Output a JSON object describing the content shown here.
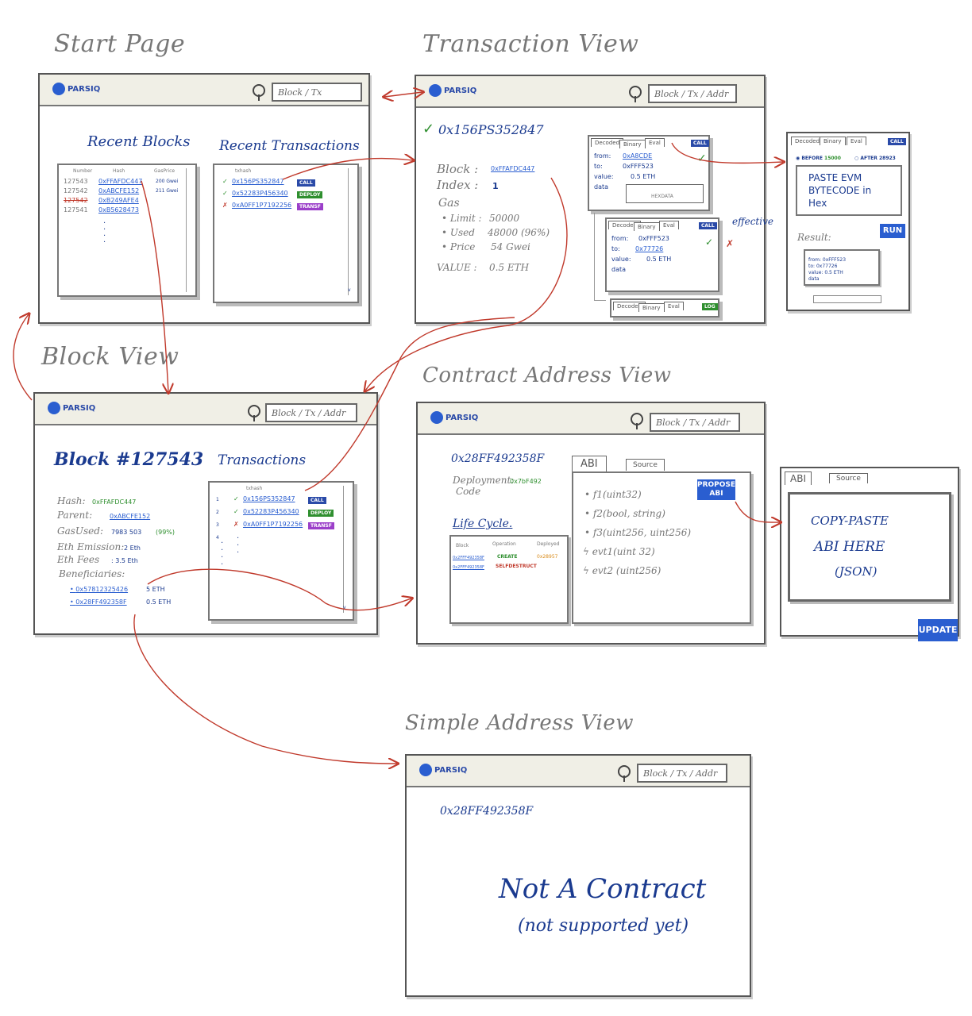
{
  "titles": {
    "start": "Start Page",
    "transaction": "Transaction View",
    "block": "Block View",
    "contract": "Contract Address View",
    "simple": "Simple Address View"
  },
  "common": {
    "logo": "PARSIQ",
    "search_short": "Block / Tx",
    "search_full": "Block / Tx / Addr"
  },
  "start": {
    "recent_blocks": "Recent Blocks",
    "recent_transactions": "Recent Transactions",
    "blocks_headers": [
      "Number",
      "Hash",
      "GasPrice"
    ],
    "blocks": [
      {
        "num": "127543",
        "hash": "0xFFAFDC447",
        "gas": "200 Gwei"
      },
      {
        "num": "127542",
        "hash": "0xABCFE152",
        "gas": "211 Gwei"
      },
      {
        "num": "127542",
        "hash": "0xB249AFE4",
        "gas": ""
      },
      {
        "num": "127541",
        "hash": "0xB5628473",
        "gas": ""
      }
    ],
    "tx_header": "txhash",
    "txs": [
      {
        "mark": "✓",
        "hash": "0x156PS352847",
        "badge": "CALL"
      },
      {
        "mark": "✓",
        "hash": "0x52283P456340",
        "badge": "DEPLOY"
      },
      {
        "mark": "✗",
        "hash": "0xA0FF1P7192256",
        "badge": "TRANSF"
      }
    ]
  },
  "tx": {
    "hash": "0x156PS352847",
    "block_label": "Block :",
    "block_value": "0xFFAFDC447",
    "index_label": "Index :",
    "index_value": "1",
    "gas_label": "Gas",
    "limit_label": "• Limit :",
    "limit_value": "50000",
    "used_label": "• Used",
    "used_value": "48000 (96%)",
    "price_label": "• Price",
    "price_value": "54 Gwei",
    "value_label": "VALUE :",
    "value_value": "0.5 ETH",
    "tabs": [
      "Decoded",
      "Binary",
      "Eval"
    ],
    "call1": {
      "badge": "CALL",
      "from_label": "from:",
      "from": "0xA8CDE",
      "to_label": "to:",
      "to": "0xFFF523",
      "value_label": "value:",
      "value": "0.5 ETH",
      "data_label": "data",
      "data_note": "HEXDATA"
    },
    "call2": {
      "badge": "CALL",
      "from_label": "from:",
      "from": "0xFFF523",
      "to_label": "to:",
      "to": "0x77726",
      "value_label": "value:",
      "value": "0.5 ETH",
      "data_label": "data"
    },
    "call3": {
      "badge": "LOG"
    },
    "effective": "effective",
    "eval": {
      "tabs": [
        "Decoded",
        "Binary",
        "Eval"
      ],
      "badge": "CALL",
      "before": "BEFORE",
      "before_num": "15000",
      "after": "AFTER",
      "after_num": "28923",
      "paste": "PASTE EVM BYTECODE in Hex",
      "run": "RUN",
      "result": "Result:",
      "mini_from": "from: 0xFFF523",
      "mini_to": "to: 0x77726",
      "mini_value": "value: 0.5 ETH",
      "mini_data": "data"
    }
  },
  "block": {
    "title": "Block #127543",
    "hash_label": "Hash:",
    "hash": "0xFFAFDC447",
    "parent_label": "Parent:",
    "parent": "0xABCFE152",
    "gas_label": "GasUsed:",
    "gas": "7983 503",
    "gas_pct": "(99%)",
    "emission_label": "Eth Emission:",
    "emission": "2 Eth",
    "fees_label": "Eth Fees",
    "fees": ": 3.5 Eth",
    "beneficiaries_label": "Beneficiaries:",
    "beneficiaries": [
      {
        "addr": "0x57812325426",
        "amount": "5 ETH"
      },
      {
        "addr": "0x28FF492358F",
        "amount": "0.5 ETH"
      }
    ],
    "transactions": "Transactions",
    "tx_header": "txhash",
    "txs": [
      {
        "n": "1",
        "mark": "✓",
        "hash": "0x156PS352847",
        "badge": "CALL"
      },
      {
        "n": "2",
        "mark": "✓",
        "hash": "0x52283P456340",
        "badge": "DEPLOY"
      },
      {
        "n": "3",
        "mark": "✗",
        "hash": "0xA0FF1P7192256",
        "badge": "TRANSF"
      },
      {
        "n": "4",
        "mark": "",
        "hash": "",
        "badge": ""
      }
    ]
  },
  "contract": {
    "address": "0x28FF492358F",
    "deployment_label": "Deployment:",
    "deployment": "0x7bF492",
    "code": "Code",
    "lifecycle": "Life Cycle.",
    "lc_headers": [
      "Block",
      "Operation",
      "Deployed"
    ],
    "lc_rows": [
      {
        "block": "0x2FFF492358F",
        "op": "CREATE",
        "dep": "0x28957"
      },
      {
        "block": "0x2FFF492358F",
        "op": "SELFDESTRUCT",
        "dep": ""
      }
    ],
    "tabs": [
      "ABI",
      "Source"
    ],
    "functions": [
      "f1(uint32)",
      "f2(bool, string)",
      "f3(uint256, uint256)"
    ],
    "events": [
      "evt1(uint 32)",
      "evt2 (uint256)"
    ],
    "propose": "PROPOSE ABI",
    "abi_panel": {
      "tabs": [
        "ABI",
        "Source"
      ],
      "text1": "COPY-PASTE",
      "text2": "ABI HERE",
      "text3": "(JSON)",
      "update": "UPDATE"
    }
  },
  "simple": {
    "address": "0x28FF492358F",
    "message": "Not A Contract",
    "sub": "(not supported yet)"
  }
}
